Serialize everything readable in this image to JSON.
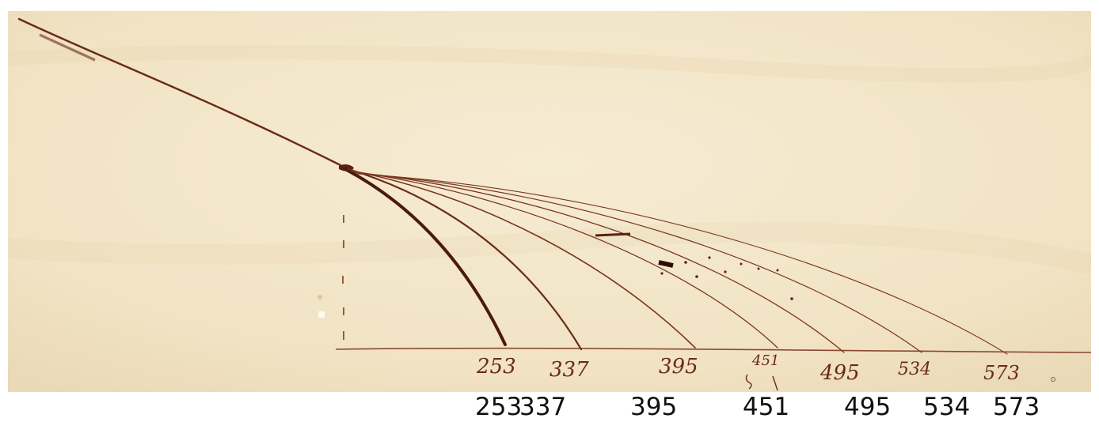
{
  "manuscript": {
    "paper_color": "#f3e6c9",
    "ink_color": "#6a2a1a",
    "handwritten_labels": [
      "253",
      "337",
      "395",
      "451",
      "495",
      "534",
      "573"
    ]
  },
  "transcription": {
    "labels": [
      "253",
      "337",
      "395",
      "451",
      "495",
      "534",
      "573"
    ]
  }
}
